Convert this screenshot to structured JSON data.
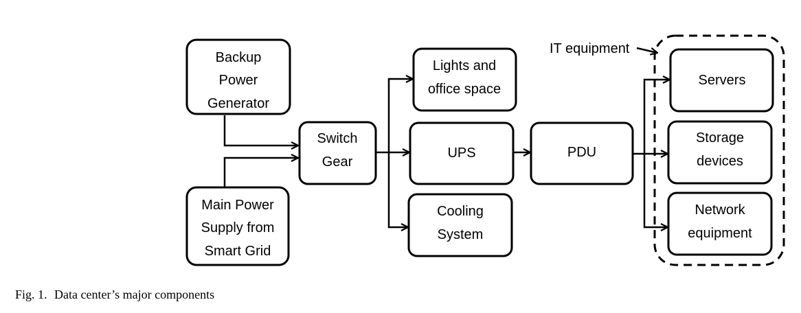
{
  "nodes": {
    "backup": [
      "Backup",
      "Power",
      "Generator"
    ],
    "main_supply": [
      "Main Power",
      "Supply from",
      "Smart Grid"
    ],
    "switch_gear": [
      "Switch",
      "Gear"
    ],
    "lights": [
      "Lights and",
      "office space"
    ],
    "ups": [
      "UPS"
    ],
    "cooling": [
      "Cooling",
      "System"
    ],
    "pdu": [
      "PDU"
    ],
    "servers": [
      "Servers"
    ],
    "storage": [
      "Storage",
      "devices"
    ],
    "network": [
      "Network",
      "equipment"
    ]
  },
  "it_group_label": "IT equipment",
  "caption": {
    "figure": "Fig. 1.",
    "text": "Data center’s major components"
  }
}
